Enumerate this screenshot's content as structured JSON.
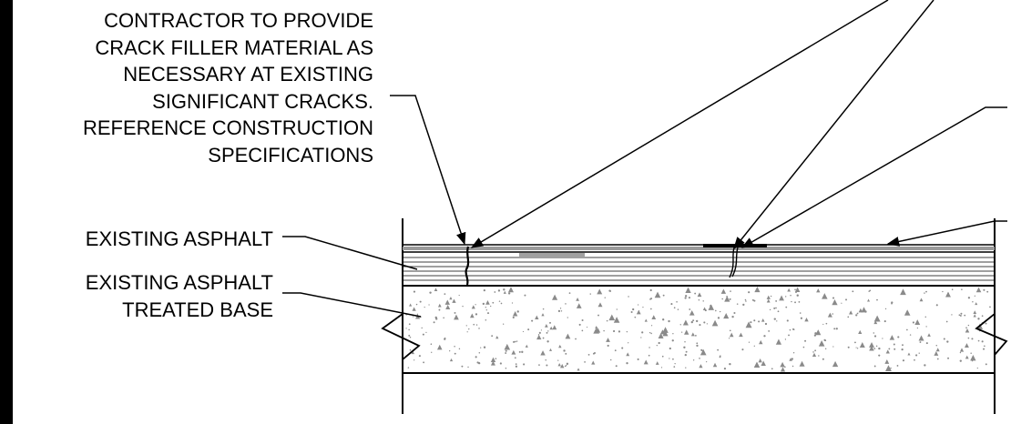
{
  "notes": {
    "crack_filler": [
      "CONTRACTOR TO PROVIDE",
      "CRACK FILLER MATERIAL AS",
      "NECESSARY AT EXISTING",
      "SIGNIFICANT CRACKS.",
      "REFERENCE CONSTRUCTION",
      "SPECIFICATIONS"
    ]
  },
  "labels": {
    "existing_asphalt": "EXISTING ASPHALT",
    "base_line1": "EXISTING ASPHALT",
    "base_line2": "TREATED BASE"
  },
  "colors": {
    "ink": "#000000",
    "aggregate": "#8a8a8a",
    "patch": "#9a9a9a"
  }
}
